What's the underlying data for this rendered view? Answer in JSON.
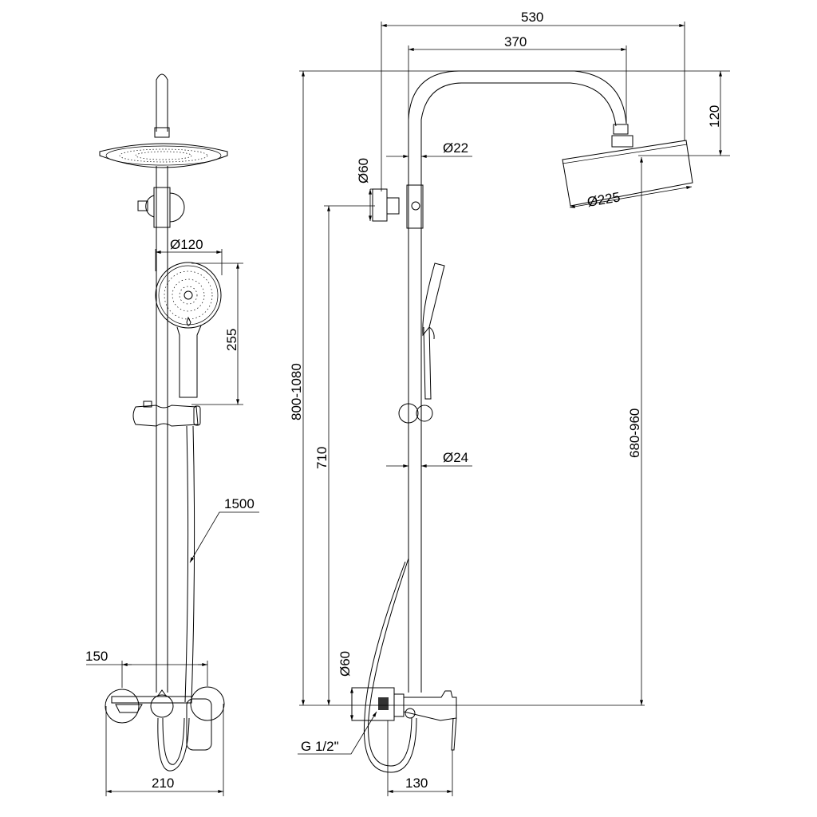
{
  "drawing": {
    "title": "Shower system dimension drawing",
    "dimensions": {
      "total_width": "530",
      "arm_reach": "370",
      "head_drop": "120",
      "pipe_diameter_top": "Ø22",
      "wall_bracket_diameter": "Ø60",
      "head_diameter": "Ø225",
      "total_height": "800-1080",
      "bracket_height": "710",
      "head_height": "680-960",
      "pipe_diameter_bottom": "Ø24",
      "mixer_flange_diameter": "Ø60",
      "thread": "G 1/2\"",
      "mixer_projection": "130",
      "hand_shower_diameter": "Ø120",
      "hand_shower_length": "255",
      "hose_length": "1500",
      "inlet_spacing": "150",
      "mixer_width": "210"
    }
  }
}
